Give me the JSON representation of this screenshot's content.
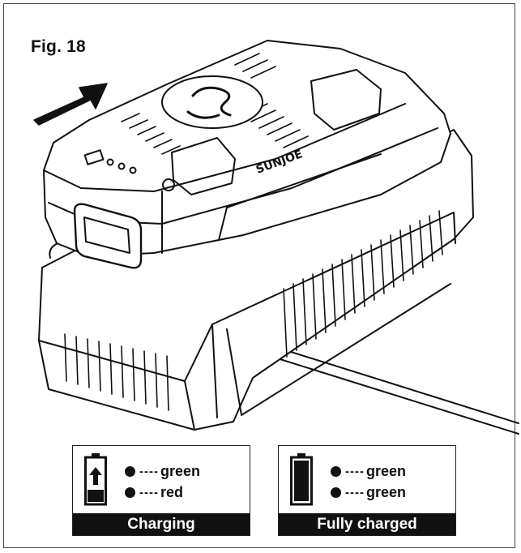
{
  "figure": {
    "title": "Fig. 18"
  },
  "illustration": {
    "brand_text": "SUNJOE"
  },
  "legends": [
    {
      "caption": "Charging",
      "state": "charging",
      "leds": [
        {
          "dashes": "----",
          "color_label": "green"
        },
        {
          "dashes": "----",
          "color_label": "red"
        }
      ]
    },
    {
      "caption": "Fully charged",
      "state": "full",
      "leds": [
        {
          "dashes": "----",
          "color_label": "green"
        },
        {
          "dashes": "----",
          "color_label": "green"
        }
      ]
    }
  ],
  "colors": {
    "ink": "#111111",
    "frame": "#444444",
    "background": "#ffffff"
  },
  "icons": [
    "arrow-icon",
    "battery-charging-icon",
    "battery-full-icon",
    "led-dot-icon"
  ]
}
